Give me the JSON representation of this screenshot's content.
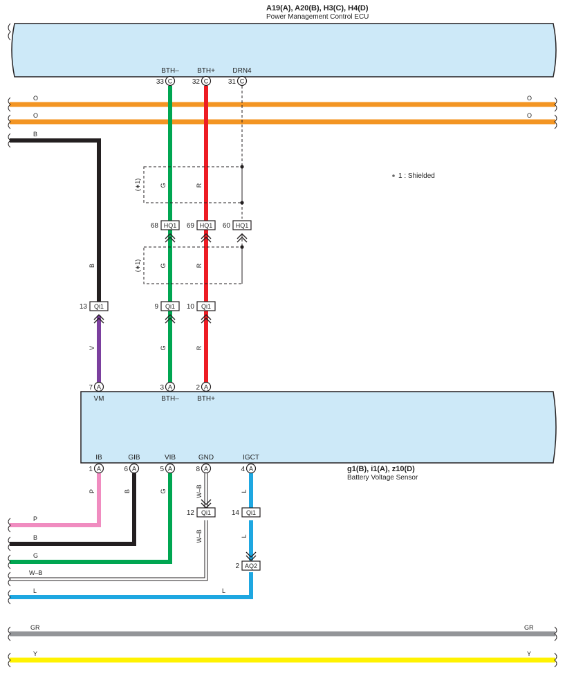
{
  "ecu": {
    "codes": "A19(A), A20(B), H3(C), H4(D)",
    "name": "Power Management Control ECU",
    "pins": [
      {
        "num": "33",
        "letter": "C",
        "label": "BTH–"
      },
      {
        "num": "32",
        "letter": "C",
        "label": "BTH+"
      },
      {
        "num": "31",
        "letter": "C",
        "label": "DRN4"
      }
    ]
  },
  "sensor": {
    "codes": "g1(B), i1(A), z10(D)",
    "name": "Battery Voltage Sensor",
    "top_pins": [
      {
        "num": "7",
        "letter": "A",
        "label": "VM"
      },
      {
        "num": "3",
        "letter": "A",
        "label": "BTH–"
      },
      {
        "num": "2",
        "letter": "A",
        "label": "BTH+"
      }
    ],
    "bottom_pins": [
      {
        "num": "1",
        "letter": "A",
        "label": "IB"
      },
      {
        "num": "6",
        "letter": "A",
        "label": "GIB"
      },
      {
        "num": "5",
        "letter": "A",
        "label": "VIB"
      },
      {
        "num": "8",
        "letter": "A",
        "label": "GND"
      },
      {
        "num": "4",
        "letter": "A",
        "label": "IGCT"
      }
    ]
  },
  "connectors": [
    {
      "num": "68",
      "name": "HQ1"
    },
    {
      "num": "69",
      "name": "HQ1"
    },
    {
      "num": "60",
      "name": "HQ1"
    },
    {
      "num": "13",
      "name": "Qi1"
    },
    {
      "num": "9",
      "name": "Qi1"
    },
    {
      "num": "10",
      "name": "Qi1"
    },
    {
      "num": "12",
      "name": "Qi1"
    },
    {
      "num": "14",
      "name": "Qi1"
    },
    {
      "num": "2",
      "name": "AQ2"
    }
  ],
  "shield_note": "1 : Shielded",
  "shield_mark": "(∗1)",
  "wire_labels": {
    "orange": "O",
    "black": "B",
    "green": "G",
    "red": "R",
    "violet": "V",
    "pink": "P",
    "white_black": "W–B",
    "blue": "L",
    "gray": "GR",
    "yellow": "Y"
  },
  "colors": {
    "orange": "#f39523",
    "black": "#231f20",
    "green": "#00a651",
    "red": "#ed1c24",
    "violet": "#7b3f9e",
    "pink": "#f08cc0",
    "blue": "#1ea7e1",
    "gray": "#939598",
    "yellow": "#fff200",
    "box_fill": "#cde9f8"
  }
}
